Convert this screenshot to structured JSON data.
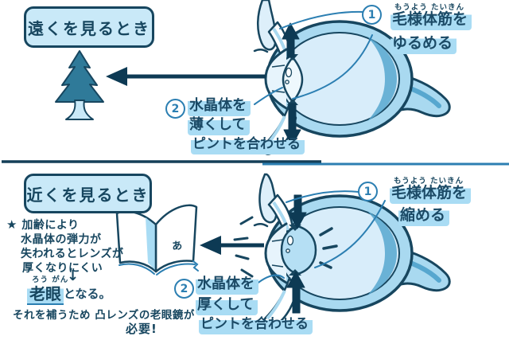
{
  "colors": {
    "ink": "#17465f",
    "arrow_dark": "#0d3a54",
    "accent_blue": "#2c7fb2",
    "highlight": "#a9dcf4",
    "eye_ring_fill": "#a9d9f0",
    "eye_inner_fill": "#d8edfa",
    "retina_band": "#57a7cf",
    "box_fill": "#c9e9f8",
    "tree_green": "#2f7a99"
  },
  "panel_far": {
    "title": "遠くを見るとき",
    "step1": {
      "num": "1",
      "furigana": "もうよう たいきん",
      "line1": "毛様体筋を",
      "line2": "ゆるめる"
    },
    "step2": {
      "num": "2",
      "line1": "水晶体を",
      "line2": "薄くして",
      "line3": "ピントを合わせる"
    }
  },
  "panel_near": {
    "title": "近くを見るとき",
    "step1": {
      "num": "1",
      "furigana": "もうよう たいきん",
      "line1": "毛様体筋を",
      "line2": "縮める"
    },
    "step2": {
      "num": "2",
      "line1": "水晶体を",
      "line2": "厚くして",
      "line3": "ピントを合わせる"
    },
    "note": {
      "star": "★",
      "line1": "加齢により",
      "line2": "水晶体の弾力が",
      "line3": "失われるとレンズが",
      "line4": "厚くなりにくい",
      "down_arrow": "↓",
      "keyword_furigana": "ろう がん",
      "keyword": "老眼",
      "keyword_suffix": "となる。",
      "line5": "それを補うため 凸レンズの老眼鏡が",
      "line6": "必要!"
    },
    "book_text": "あ"
  }
}
